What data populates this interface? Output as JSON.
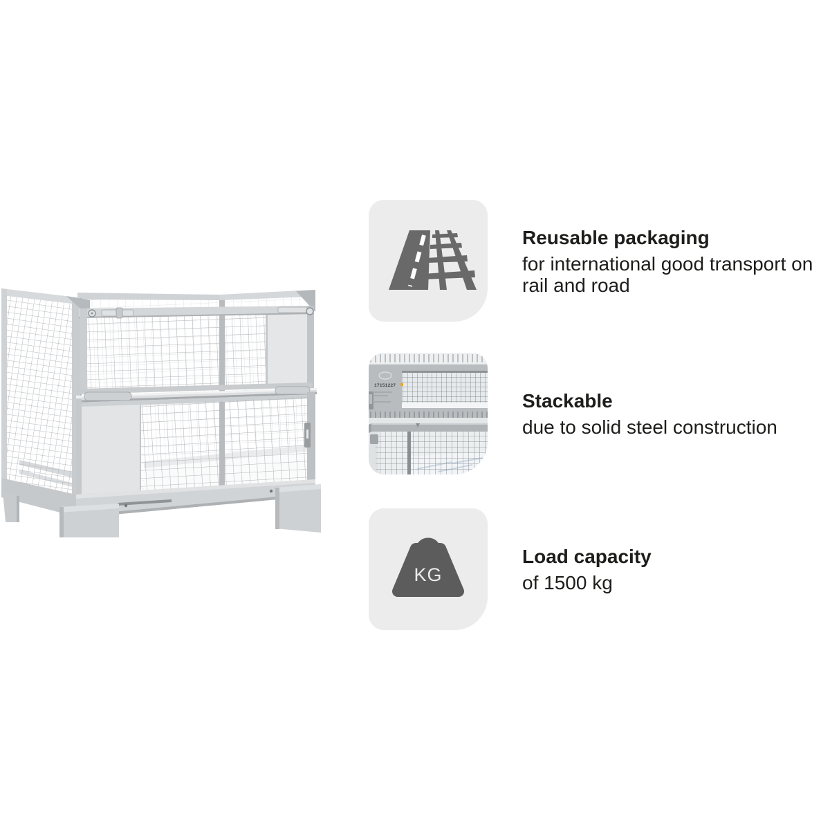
{
  "panel": {
    "features": [
      {
        "icon": "road-and-rail",
        "title": "Reusable packaging",
        "description": "for international good transport on\nrail and road"
      },
      {
        "icon": "stacked-mesh-boxes-photo",
        "photo_label": "17151227",
        "title": "Stackable",
        "description": "due to solid steel construction"
      },
      {
        "icon": "weight-kg",
        "icon_label": "KG",
        "title": "Load capacity",
        "description": "of 1500 kg"
      }
    ],
    "colors": {
      "card_background": "#ececec",
      "icon_gray": "#696969",
      "text": "#1d1d1b",
      "cage_steel": "#d1d4d6"
    }
  }
}
